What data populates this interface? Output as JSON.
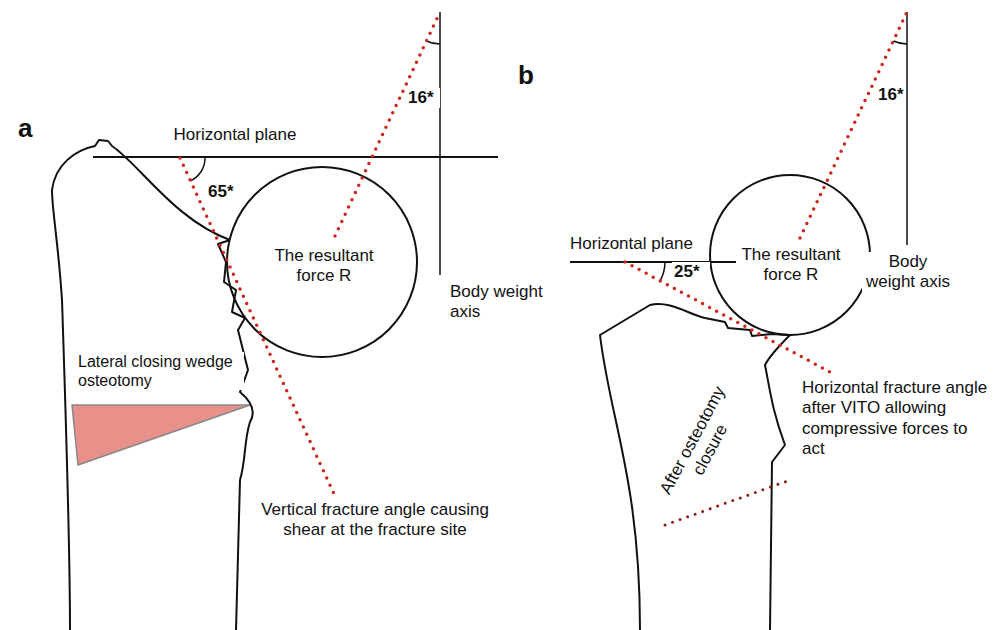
{
  "diagram": {
    "labels": [
      "a",
      "Horizontal plane",
      "16*",
      "65*",
      "The resultant force R",
      "Body weight axis",
      "Lateral closing wedge osteotomy",
      "Vertical fracture angle causing shear at the fracture site",
      "b",
      "16*",
      "Horizontal plane",
      "25*",
      "The resultant force R",
      "Body weight axis",
      "Horizontal fracture angle after VITO allowing compressive forces to act",
      "After osteotomy closure"
    ]
  }
}
